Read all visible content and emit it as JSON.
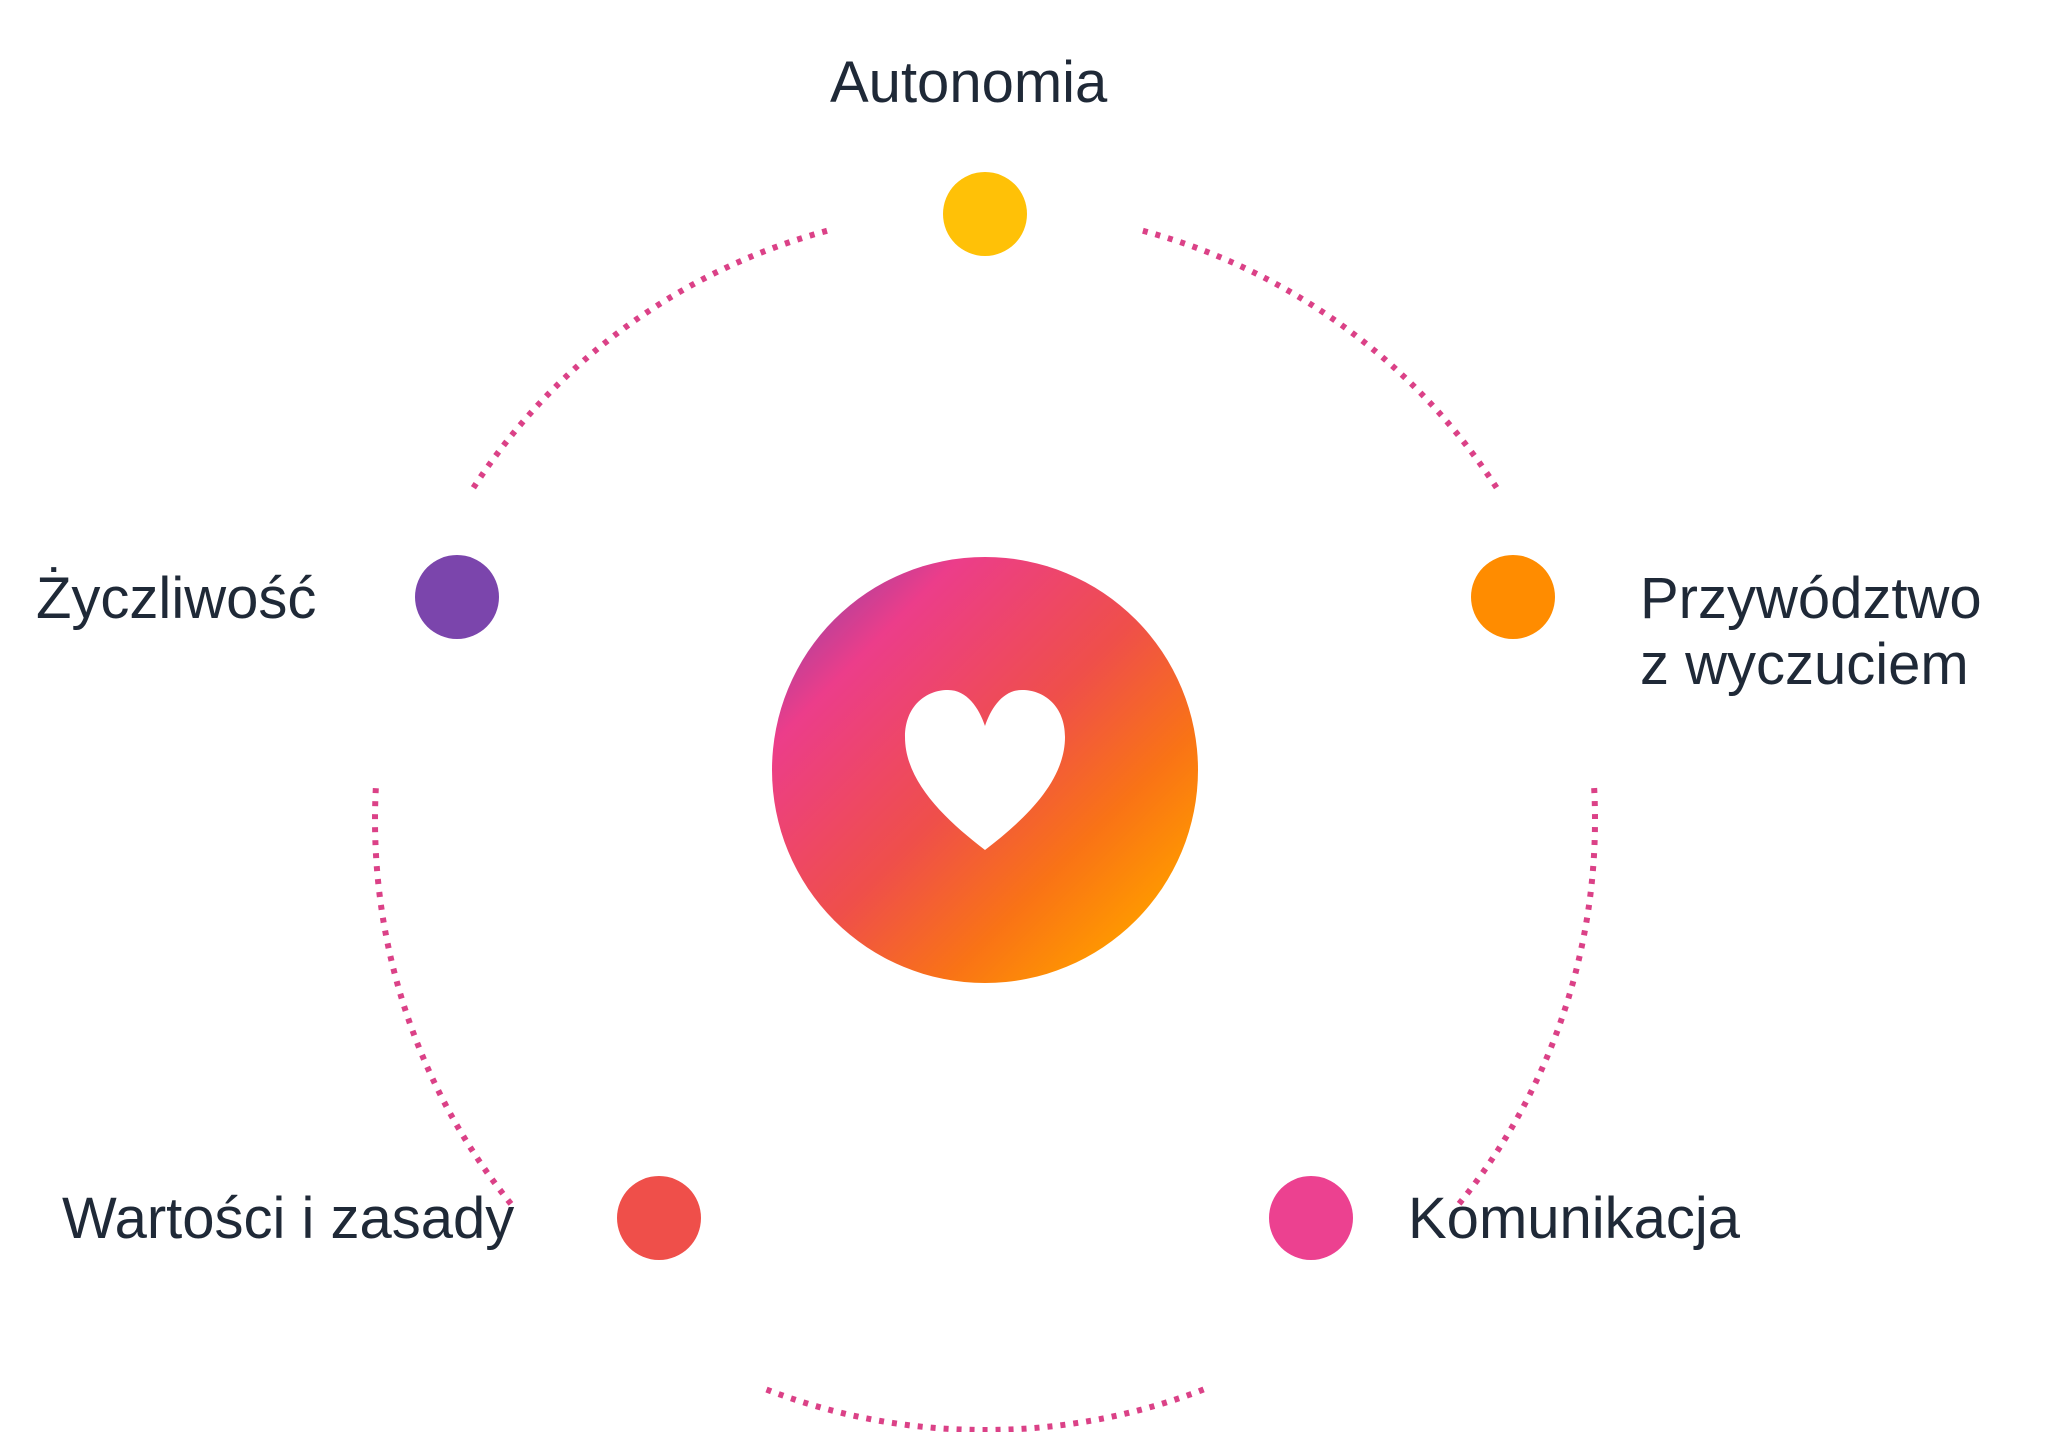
{
  "nodes": [
    {
      "id": "autonomia",
      "lines": [
        "Autonomia"
      ],
      "color": "#FFC107"
    },
    {
      "id": "przywodztwo",
      "lines": [
        "Przywództwo",
        "z wyczuciem"
      ],
      "color": "#FF8C00"
    },
    {
      "id": "komunikacja",
      "lines": [
        "Komunikacja"
      ],
      "color": "#EC4190"
    },
    {
      "id": "wartosci",
      "lines": [
        "Wartości i zasady"
      ],
      "color": "#EF4F4A"
    },
    {
      "id": "zyczliwosc",
      "lines": [
        "Życzliwość"
      ],
      "color": "#7B45AC"
    }
  ],
  "center": {
    "icon": "heart-icon",
    "gradient": [
      "#7B45AC",
      "#EC3D8A",
      "#EF4F4A",
      "#F97316",
      "#FF9800",
      "#FFB000"
    ]
  },
  "ring": {
    "dash_color": "#DB4187"
  },
  "text_color": "#1F2937"
}
